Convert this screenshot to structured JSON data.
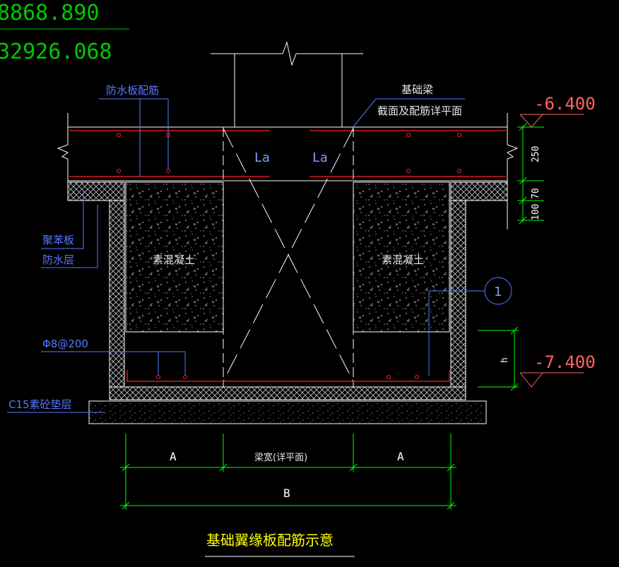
{
  "coords": {
    "x": "8868.890",
    "y": "32926.068"
  },
  "labels": {
    "waterproof_rebar": "防水板配筋",
    "beam_title": "基础梁",
    "beam_sub": "截面及配筋详平面",
    "eps_board": "聚苯板",
    "waterproof_layer": "防水层",
    "plain_concrete_left": "素混凝土",
    "plain_concrete_right": "素混凝土",
    "rebar_spec": "Φ8@200",
    "cushion": "C15素砼垫层",
    "la_left": "La",
    "la_right": "La",
    "detail_marker": "1"
  },
  "elevations": {
    "top": "-6.400",
    "bottom": "-7.400"
  },
  "dims": {
    "d250": "250",
    "d70": "70",
    "d100": "100",
    "h": "h",
    "A_left": "A",
    "beam_width": "梁宽(详平面)",
    "A_right": "A",
    "B": "B"
  },
  "title": "基础翼缘板配筋示意",
  "colors": {
    "background": "#000000",
    "coord": "#00c800",
    "rebar": "#ff2020",
    "leader": "#5a78ff",
    "elevation": "#ff6464",
    "dimension": "#00ff00",
    "title": "#ffff00",
    "outline": "#ffffff"
  }
}
